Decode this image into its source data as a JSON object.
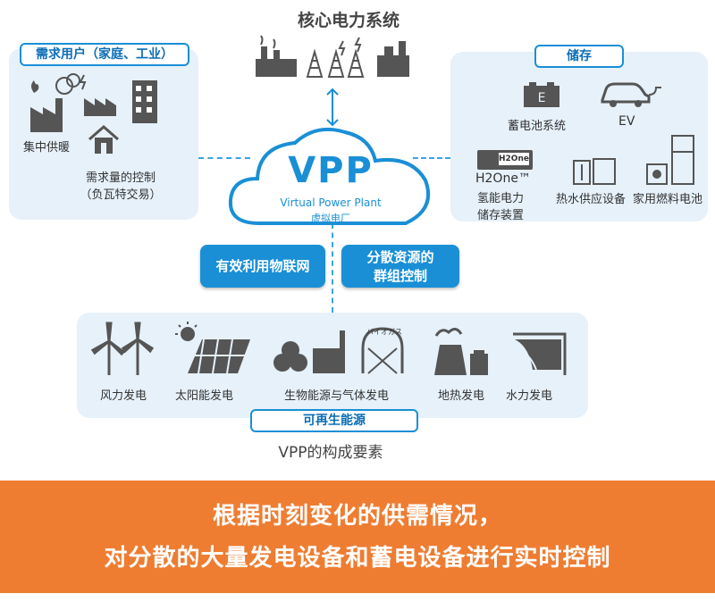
{
  "core": {
    "title": "核心电力系统"
  },
  "demand": {
    "tag": "需求用户（家庭、工业）",
    "heating": "集中供暖",
    "control_line1": "需求量的控制",
    "control_line2": "（负瓦特交易）"
  },
  "storage": {
    "tag": "储存",
    "battery": "蓄电池系统",
    "ev": "EV",
    "h2_logo": "H2One",
    "h2_name": "H2One™",
    "h2_line1": "氢能电力",
    "h2_line2": "储存装置",
    "heat_water": "热水供应设备",
    "fuel_cell": "家用燃料电池"
  },
  "vpp": {
    "title": "VPP",
    "english": "Virtual Power Plant",
    "chinese": "虚拟电厂"
  },
  "actions": {
    "iot": "有效利用物联网",
    "group_line1": "分散资源的",
    "group_line2": "群组控制"
  },
  "renewable": {
    "tag": "可再生能源",
    "wind": "风力发电",
    "solar": "太阳能发电",
    "bio": "生物能源与气体发电",
    "biogas_sign": "バイオガス",
    "geo": "地热发电",
    "hydro": "水力发电"
  },
  "caption": "VPP的构成要素",
  "banner": {
    "line1": "根据时刻变化的供需情况，",
    "line2": "对分散的大量发电设备和蓄电设备进行实时控制",
    "color": "#ee7d32"
  },
  "colors": {
    "accent": "#1a8fd6",
    "panel": "#e6f1fa",
    "icon": "#555555"
  }
}
